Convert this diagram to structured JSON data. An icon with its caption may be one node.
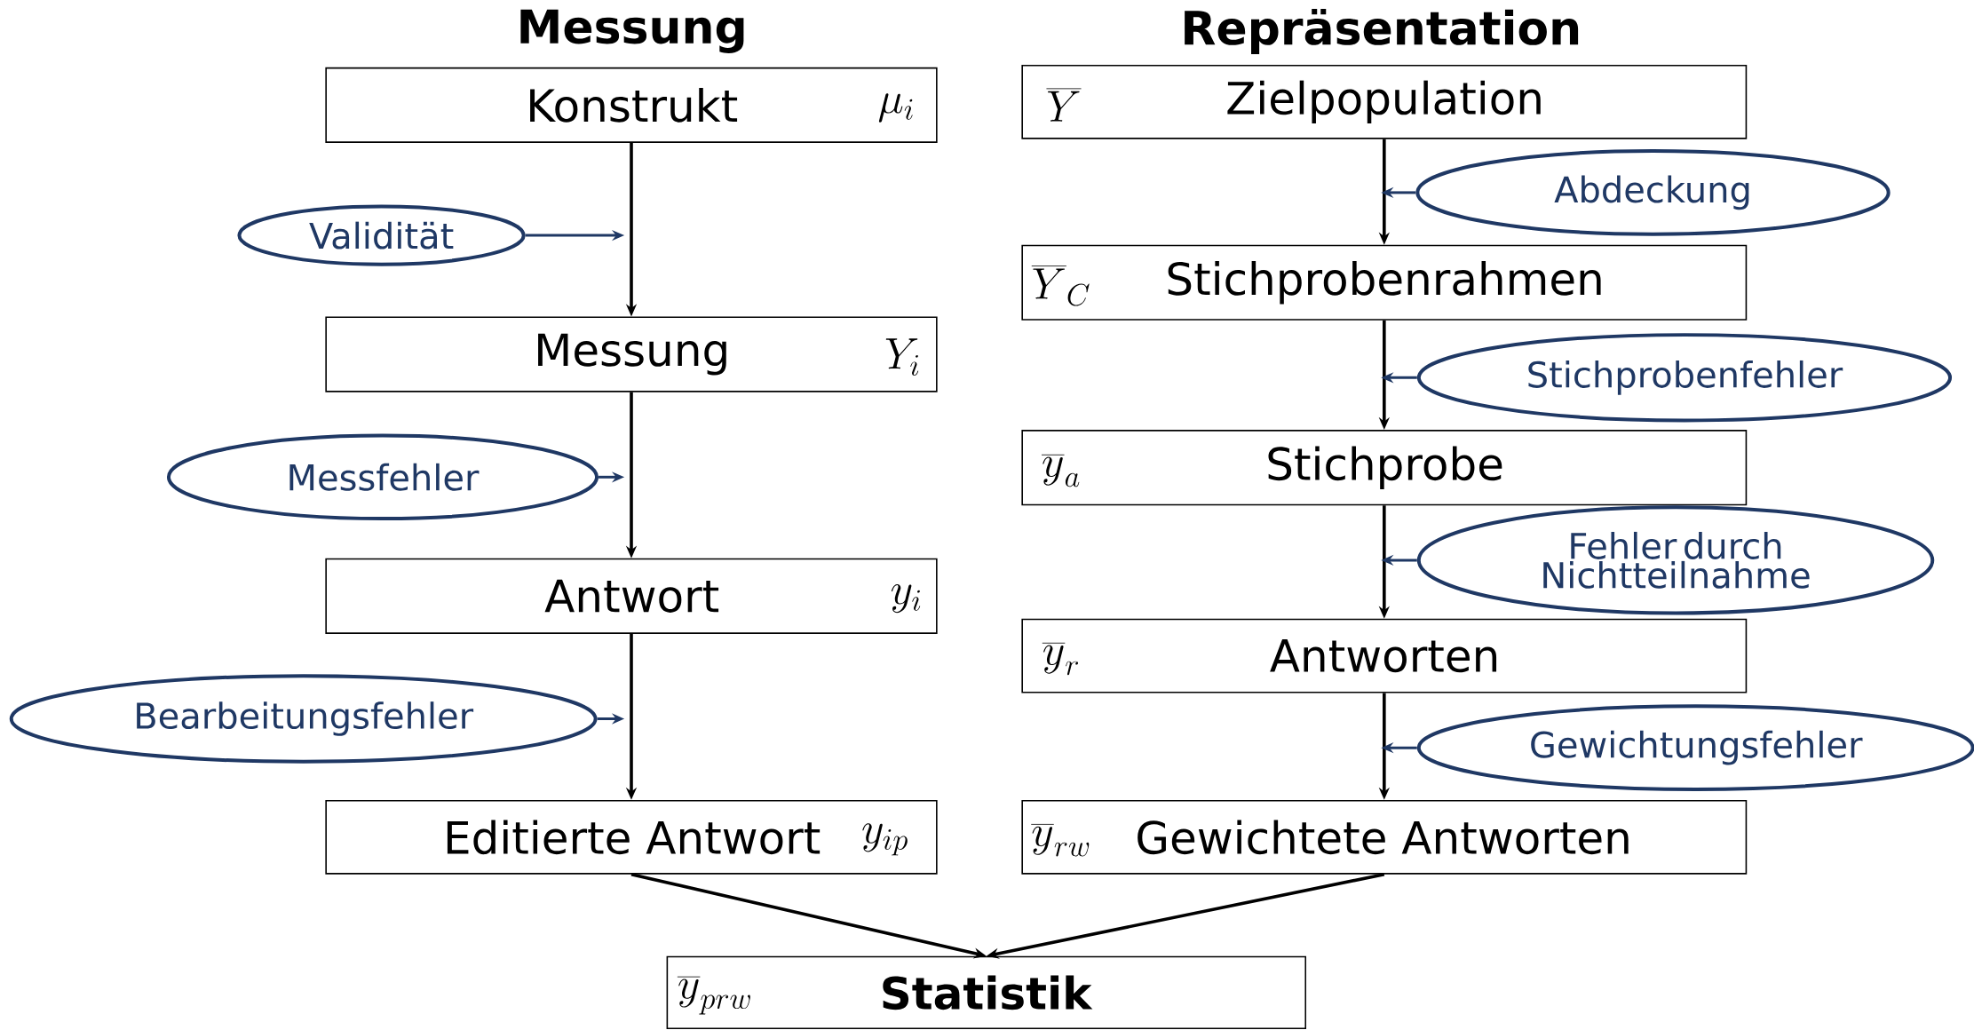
{
  "diagram": {
    "nodes": [
      {
        "text": [
          "Konstrukt",
          "\\mu_i"
        ]
      },
      {
        "text": [
          "Messung",
          "Y_i"
        ]
      },
      {
        "text": [
          "Antwort",
          "y_i"
        ]
      },
      {
        "text": [
          "Editierte Antwort",
          "y_{ip}"
        ]
      },
      {
        "text": [
          "\\overline{Y}",
          "Zielpopulation"
        ]
      },
      {
        "text": [
          "\\overline{Y}_C",
          "Stichprobenrahmen"
        ]
      },
      {
        "text": [
          "\\overline{y}_a",
          "Stichprobe"
        ]
      },
      {
        "text": [
          "\\overline{y}_r",
          "Antworten"
        ]
      },
      {
        "text": [
          "\\overline{y}_{rw}",
          "Gewichtete Antworten"
        ]
      },
      {
        "text": [
          "\\overline{y}_{prw}",
          "Statistik"
        ]
      },
      {
        "text": [
          "Validität"
        ]
      },
      {
        "text": [
          "Messfehler"
        ]
      },
      {
        "text": [
          "Bearbeitungsfehler"
        ]
      },
      {
        "text": [
          "Abdeckung"
        ]
      },
      {
        "text": [
          "Stichprobenfehler"
        ]
      },
      {
        "text": [
          "Fehler durch Nichtteilnahme"
        ]
      },
      {
        "text": [
          "Gewichtungsfehler"
        ]
      }
    ],
    "edges": [
      {
        "from": 0,
        "to": 1,
        "arrow": "to"
      },
      {
        "from": 1,
        "to": 2,
        "arrow": "to"
      },
      {
        "from": 2,
        "to": 3,
        "arrow": "to"
      },
      {
        "from": 4,
        "to": 5,
        "arrow": "to"
      },
      {
        "from": 5,
        "to": 6,
        "arrow": "to"
      },
      {
        "from": 6,
        "to": 7,
        "arrow": "to"
      },
      {
        "from": 7,
        "to": 8,
        "arrow": "to"
      },
      {
        "from": 3,
        "to": 9,
        "arrow": "to"
      },
      {
        "from": 8,
        "to": 9,
        "arrow": "to"
      },
      {
        "from": 10,
        "to": null,
        "arrow": "to",
        "color": "#1f3864"
      },
      {
        "from": 11,
        "to": null,
        "arrow": "to",
        "color": "#1f3864"
      },
      {
        "from": 12,
        "to": null,
        "arrow": "to",
        "color": "#1f3864"
      },
      {
        "from": 13,
        "to": null,
        "arrow": "to",
        "color": "#1f3864"
      },
      {
        "from": 14,
        "to": null,
        "arrow": "to",
        "color": "#1f3864"
      },
      {
        "from": 15,
        "to": null,
        "arrow": "to",
        "color": "#1f3864"
      },
      {
        "from": 16,
        "to": null,
        "arrow": "to",
        "color": "#1f3864"
      }
    ],
    "labels": [
      "Messung",
      "Repräsentation"
    ]
  }
}
